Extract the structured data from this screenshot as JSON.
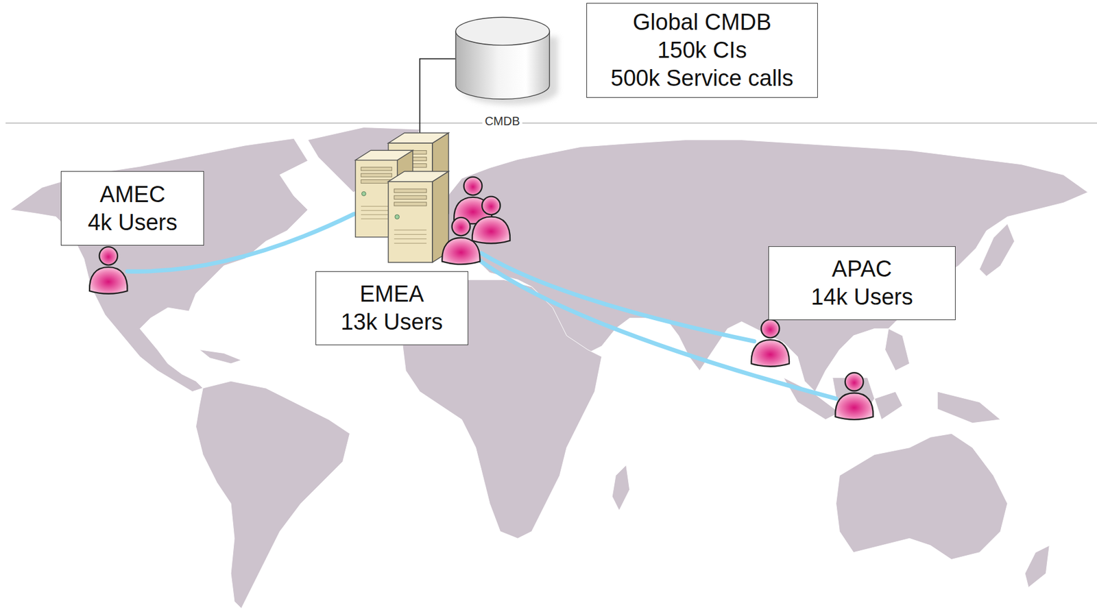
{
  "diagram": {
    "nodes": [
      {
        "text": [
          "CMDB"
        ]
      },
      {
        "text": [
          "Global CMDB",
          "150k CIs",
          "500k Service calls"
        ]
      },
      {
        "text": [
          "AMEC",
          "4k Users"
        ]
      },
      {
        "text": [
          "EMEA",
          "13k Users"
        ]
      },
      {
        "text": [
          "APAC",
          "14k Users"
        ]
      }
    ]
  }
}
